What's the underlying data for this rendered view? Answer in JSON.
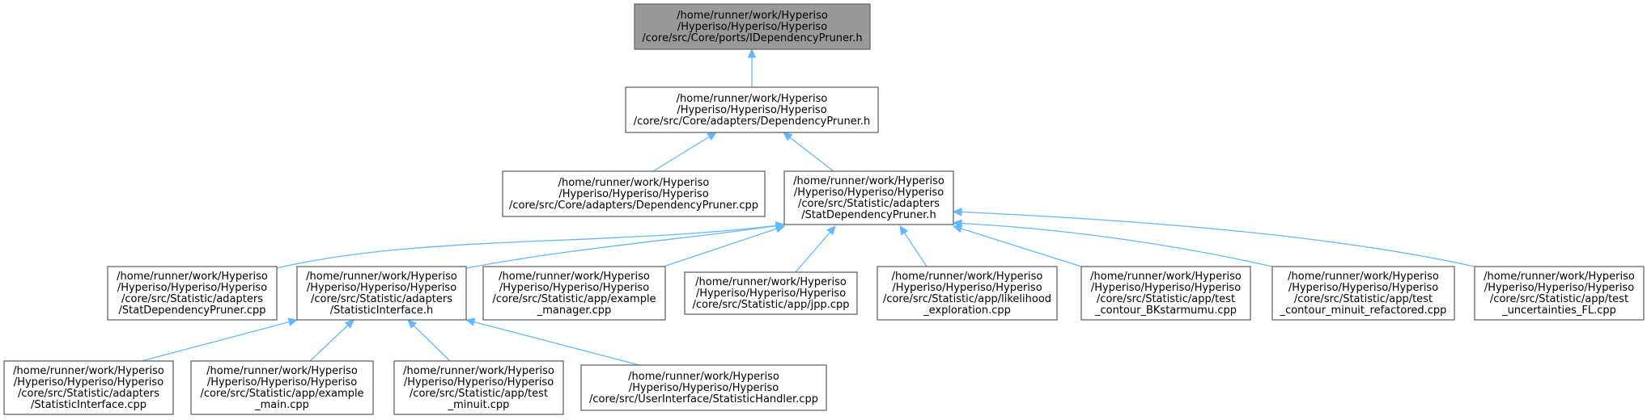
{
  "colors": {
    "edge": "#63b8ff",
    "root_fill": "#999999",
    "node_fill": "#ffffff",
    "node_border": "#666666",
    "text": "#000000"
  },
  "nodes": [
    {
      "id": "n0",
      "lines": [
        "/home/runner/work/Hyperiso",
        "/Hyperiso/Hyperiso/Hyperiso",
        "/core/src/Core/ports/IDependencyPruner.h"
      ],
      "root": true
    },
    {
      "id": "n1",
      "lines": [
        "/home/runner/work/Hyperiso",
        "/Hyperiso/Hyperiso/Hyperiso",
        "/core/src/Core/adapters/DependencyPruner.h"
      ]
    },
    {
      "id": "n2",
      "lines": [
        "/home/runner/work/Hyperiso",
        "/Hyperiso/Hyperiso/Hyperiso",
        "/core/src/Core/adapters/DependencyPruner.cpp"
      ]
    },
    {
      "id": "n3",
      "lines": [
        "/home/runner/work/Hyperiso",
        "/Hyperiso/Hyperiso/Hyperiso",
        "/core/src/Statistic/adapters",
        "/StatDependencyPruner.h"
      ]
    },
    {
      "id": "n4",
      "lines": [
        "/home/runner/work/Hyperiso",
        "/Hyperiso/Hyperiso/Hyperiso",
        "/core/src/Statistic/adapters",
        "/StatDependencyPruner.cpp"
      ]
    },
    {
      "id": "n5",
      "lines": [
        "/home/runner/work/Hyperiso",
        "/Hyperiso/Hyperiso/Hyperiso",
        "/core/src/Statistic/adapters",
        "/StatisticInterface.h"
      ]
    },
    {
      "id": "n6",
      "lines": [
        "/home/runner/work/Hyperiso",
        "/Hyperiso/Hyperiso/Hyperiso",
        "/core/src/Statistic/app/example",
        "_manager.cpp"
      ]
    },
    {
      "id": "n7",
      "lines": [
        "/home/runner/work/Hyperiso",
        "/Hyperiso/Hyperiso/Hyperiso",
        "/core/src/Statistic/app/jpp.cpp"
      ]
    },
    {
      "id": "n8",
      "lines": [
        "/home/runner/work/Hyperiso",
        "/Hyperiso/Hyperiso/Hyperiso",
        "/core/src/Statistic/app/likelihood",
        "_exploration.cpp"
      ]
    },
    {
      "id": "n9",
      "lines": [
        "/home/runner/work/Hyperiso",
        "/Hyperiso/Hyperiso/Hyperiso",
        "/core/src/Statistic/app/test",
        "_contour_BKstarmumu.cpp"
      ]
    },
    {
      "id": "n10",
      "lines": [
        "/home/runner/work/Hyperiso",
        "/Hyperiso/Hyperiso/Hyperiso",
        "/core/src/Statistic/app/test",
        "_contour_minuit_refactored.cpp"
      ]
    },
    {
      "id": "n11",
      "lines": [
        "/home/runner/work/Hyperiso",
        "/Hyperiso/Hyperiso/Hyperiso",
        "/core/src/Statistic/app/test",
        "_uncertainties_FL.cpp"
      ]
    },
    {
      "id": "n12",
      "lines": [
        "/home/runner/work/Hyperiso",
        "/Hyperiso/Hyperiso/Hyperiso",
        "/core/src/Statistic/adapters",
        "/StatisticInterface.cpp"
      ]
    },
    {
      "id": "n13",
      "lines": [
        "/home/runner/work/Hyperiso",
        "/Hyperiso/Hyperiso/Hyperiso",
        "/core/src/Statistic/app/example",
        "_main.cpp"
      ]
    },
    {
      "id": "n14",
      "lines": [
        "/home/runner/work/Hyperiso",
        "/Hyperiso/Hyperiso/Hyperiso",
        "/core/src/Statistic/app/test",
        "_minuit.cpp"
      ]
    },
    {
      "id": "n15",
      "lines": [
        "/home/runner/work/Hyperiso",
        "/Hyperiso/Hyperiso/Hyperiso",
        "/core/src/UserInterface/StatisticHandler.cpp"
      ]
    }
  ],
  "edges": [
    {
      "from": "n1",
      "to": "n0"
    },
    {
      "from": "n2",
      "to": "n1"
    },
    {
      "from": "n3",
      "to": "n1"
    },
    {
      "from": "n4",
      "to": "n3"
    },
    {
      "from": "n5",
      "to": "n3"
    },
    {
      "from": "n6",
      "to": "n3"
    },
    {
      "from": "n7",
      "to": "n3"
    },
    {
      "from": "n8",
      "to": "n3"
    },
    {
      "from": "n9",
      "to": "n3"
    },
    {
      "from": "n10",
      "to": "n3"
    },
    {
      "from": "n11",
      "to": "n3"
    },
    {
      "from": "n12",
      "to": "n5"
    },
    {
      "from": "n13",
      "to": "n5"
    },
    {
      "from": "n14",
      "to": "n5"
    },
    {
      "from": "n15",
      "to": "n5"
    }
  ]
}
